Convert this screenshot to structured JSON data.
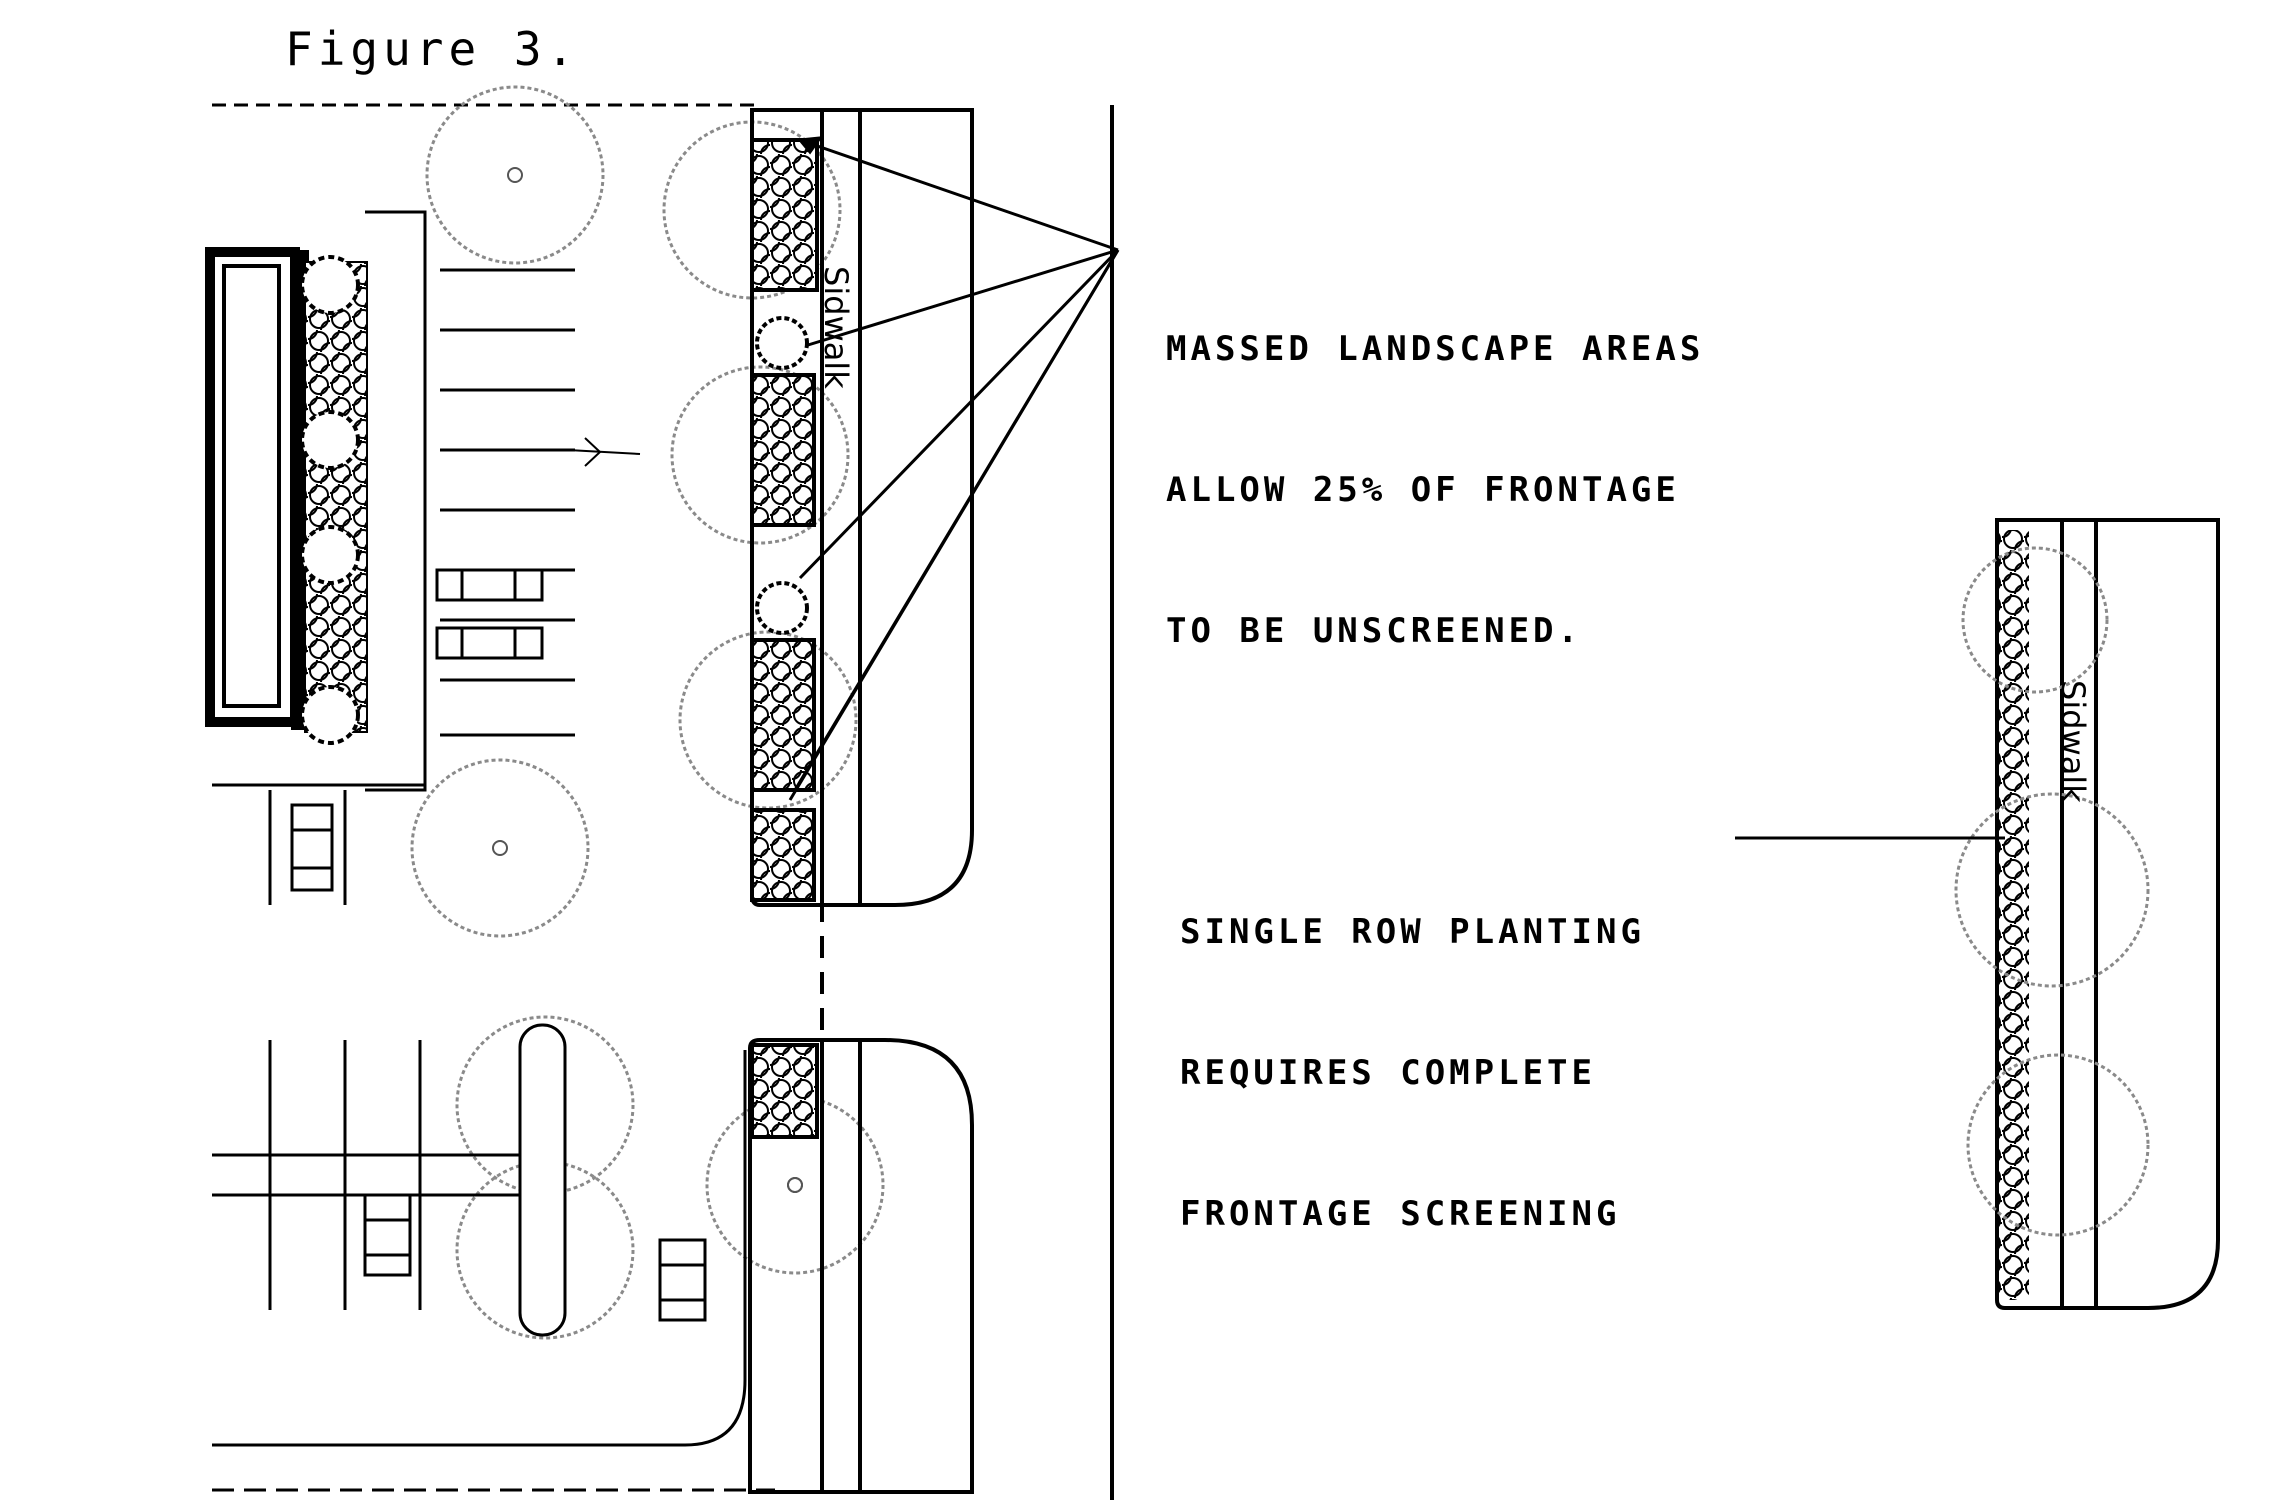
{
  "figure": {
    "title": "Figure 3."
  },
  "notes": {
    "massed": [
      "MASSED LANDSCAPE AREAS",
      "ALLOW 25% OF FRONTAGE",
      "TO BE UNSCREENED."
    ],
    "single": [
      "SINGLE ROW PLANTING",
      "REQUIRES COMPLETE",
      "FRONTAGE SCREENING"
    ]
  },
  "labels": {
    "sidewalk": "Sidwalk"
  },
  "colors": {
    "ink": "#000000",
    "tree_canopy": "#8a8a8a",
    "hedge": "#1a1a1a"
  }
}
